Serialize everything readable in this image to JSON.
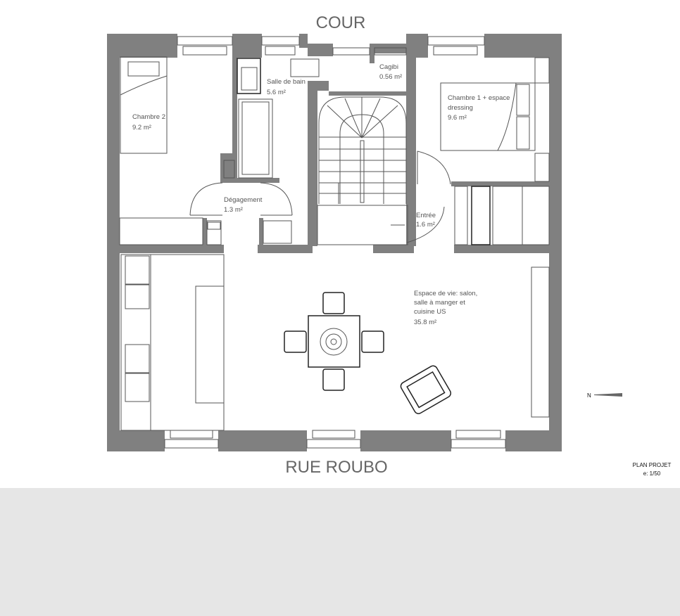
{
  "plan": {
    "street_top": "COUR",
    "street_bottom": "RUE ROUBO",
    "title": "PLAN PROJET",
    "scale": "e: 1/50",
    "north_label": "N",
    "colors": {
      "wall": "#808080",
      "line": "#555555",
      "background": "#e6e6e6"
    }
  },
  "rooms": [
    {
      "name": "Chambre 2",
      "area": "9.2 m²"
    },
    {
      "name": "Salle de bain",
      "area": "5.6 m²"
    },
    {
      "name": "Cagibi",
      "area": "0.56 m²"
    },
    {
      "name": "Chambre 1 + espace",
      "name2": "dressing",
      "area": "9.6 m²"
    },
    {
      "name": "Dégagement",
      "area": "1.3 m²"
    },
    {
      "name": "Entrée",
      "area": "1.6 m²"
    },
    {
      "name": "Espace de vie: salon,",
      "name2": "salle à manger et",
      "name3": "cuisine US",
      "area": "35.8 m²"
    }
  ]
}
